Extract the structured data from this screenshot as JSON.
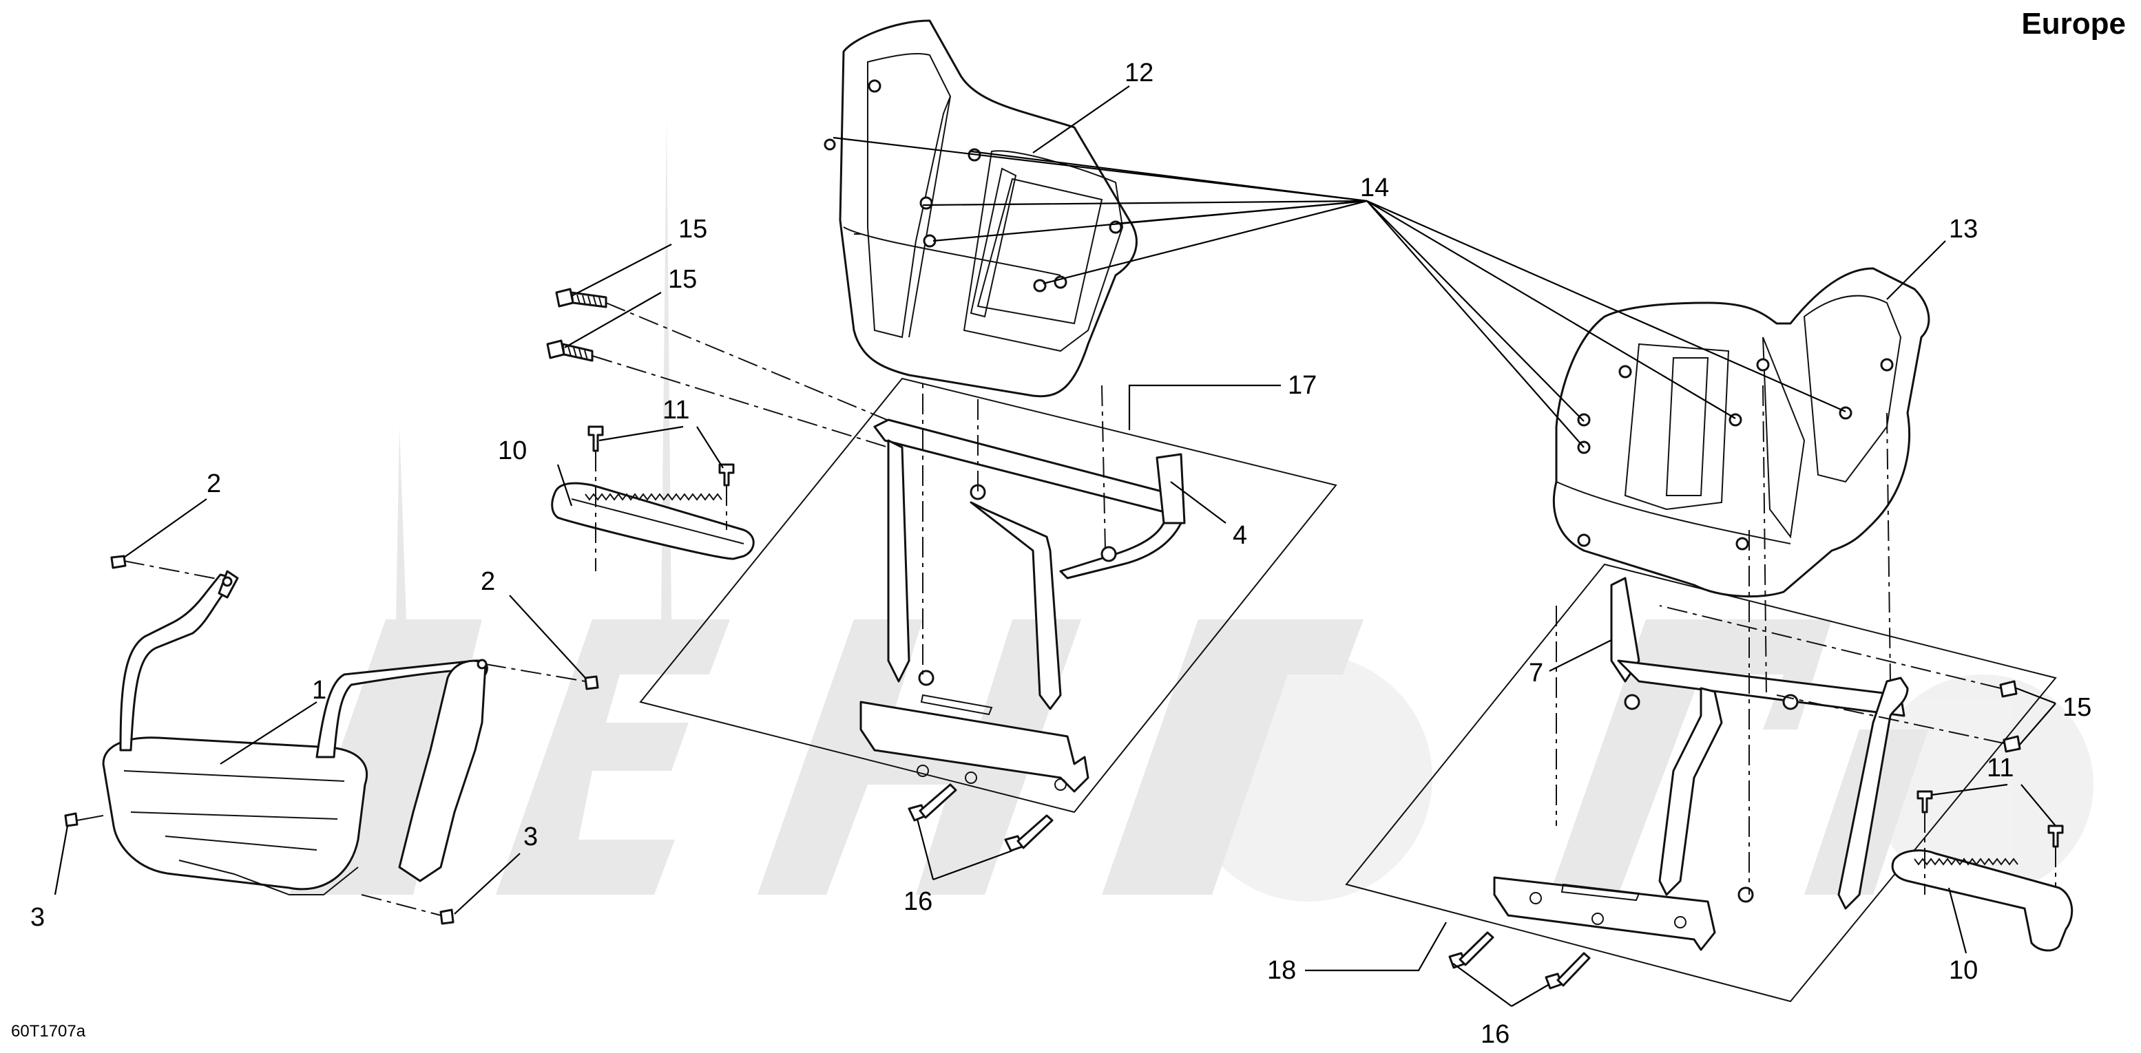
{
  "header": {
    "region": "Europe"
  },
  "footer": {
    "figure_code": "60T1707a"
  },
  "callouts": {
    "c1": "1",
    "c2a": "2",
    "c2b": "2",
    "c3a": "3",
    "c3b": "3",
    "c4": "4",
    "c7": "7",
    "c10a": "10",
    "c10b": "10",
    "c11a": "11",
    "c11b": "11",
    "c12": "12",
    "c13": "13",
    "c14": "14",
    "c15a": "15",
    "c15b": "15",
    "c15c": "15",
    "c16a": "16",
    "c16b": "16",
    "c17": "17",
    "c18": "18"
  },
  "colors": {
    "line": "#111111",
    "watermark": "#e6e6e6",
    "background": "#ffffff"
  }
}
